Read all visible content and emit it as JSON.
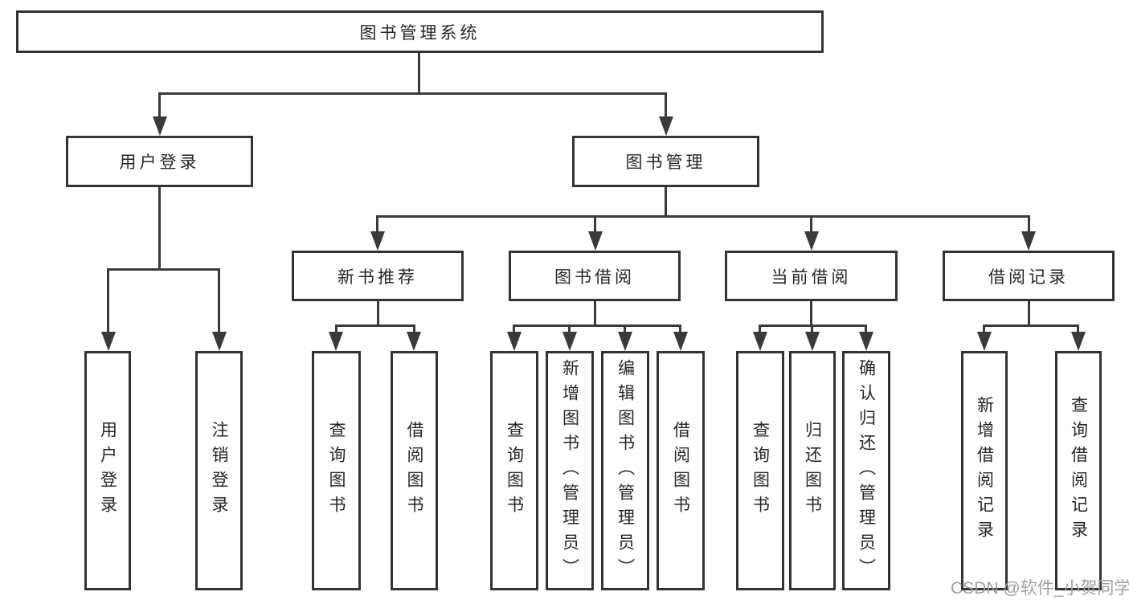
{
  "root": {
    "label": "图书管理系统"
  },
  "level2": [
    {
      "label": "用户登录"
    },
    {
      "label": "图书管理"
    }
  ],
  "level3": [
    {
      "label": "新书推荐"
    },
    {
      "label": "图书借阅"
    },
    {
      "label": "当前借阅"
    },
    {
      "label": "借阅记录"
    }
  ],
  "leaves": {
    "user": [
      {
        "label": "用户登录"
      },
      {
        "label": "注销登录"
      }
    ],
    "recommend": [
      {
        "label": "查询图书"
      },
      {
        "label": "借阅图书"
      }
    ],
    "borrow": [
      {
        "label": "查询图书"
      },
      {
        "label": "新增图书（管理员）"
      },
      {
        "label": "编辑图书（管理员）"
      },
      {
        "label": "借阅图书"
      }
    ],
    "current": [
      {
        "label": "查询图书"
      },
      {
        "label": "归还图书"
      },
      {
        "label": "确认归还（管理员）"
      }
    ],
    "records": [
      {
        "label": "新增借阅记录"
      },
      {
        "label": "查询借阅记录"
      }
    ]
  },
  "watermark": {
    "text": "CSDN @软件_小贺同学"
  },
  "colors": {
    "line": "#3a3a3a",
    "box_border": "#333333",
    "text": "#262626",
    "watermark": "#a0a0a0",
    "background": "#ffffff"
  }
}
